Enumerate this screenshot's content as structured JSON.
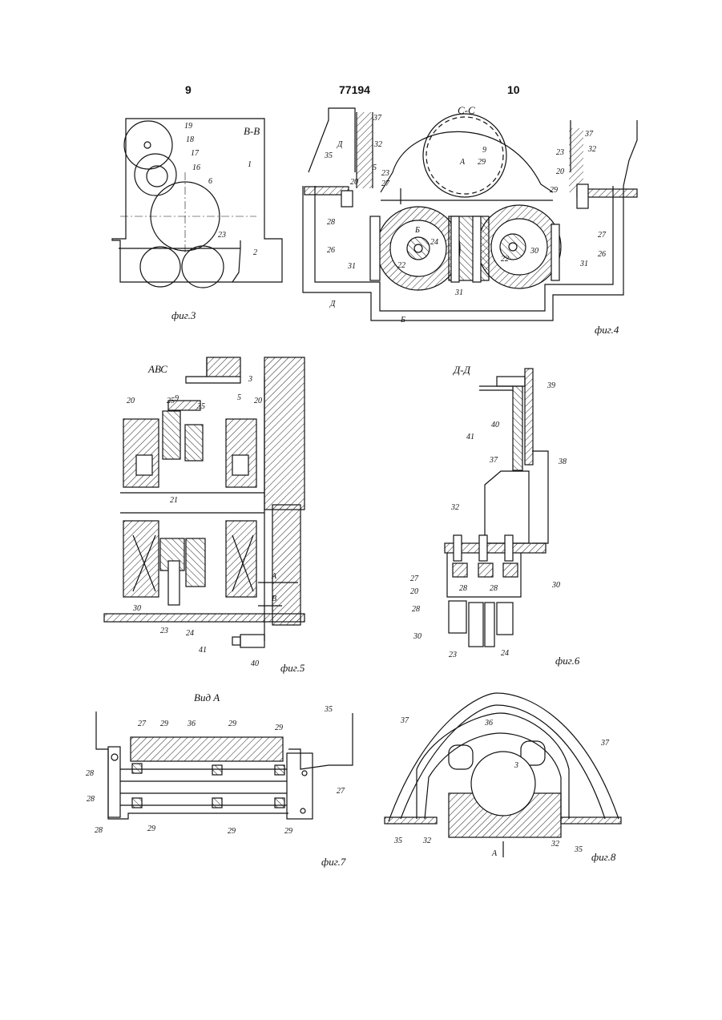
{
  "header": {
    "page_left": "9",
    "patent_number": "77194",
    "page_right": "10"
  },
  "fig3": {
    "caption": "фиг.3",
    "section": "В-В",
    "labels": [
      "19",
      "18",
      "17",
      "16",
      "6",
      "1",
      "23",
      "2"
    ]
  },
  "fig4": {
    "caption": "фиг.4",
    "section": "С-С",
    "labels": [
      "37",
      "9",
      "Д",
      "32",
      "35",
      "5",
      "23",
      "27",
      "20",
      "29",
      "А",
      "Б",
      "24",
      "28",
      "26",
      "31",
      "22",
      "30",
      "31",
      "37",
      "32",
      "23",
      "20",
      "29",
      "27",
      "26",
      "31",
      "Д",
      "Б",
      "22"
    ]
  },
  "fig5": {
    "caption": "фиг.5",
    "section": "АВС",
    "labels": [
      "3",
      "9",
      "5",
      "25",
      "35",
      "20",
      "20",
      "21",
      "30",
      "23",
      "24",
      "41",
      "40",
      "А",
      "В"
    ]
  },
  "fig6": {
    "caption": "фиг.6",
    "section": "Д-Д",
    "labels": [
      "39",
      "40",
      "41",
      "37",
      "38",
      "32",
      "27",
      "20",
      "28",
      "28",
      "28",
      "30",
      "30",
      "23",
      "24"
    ]
  },
  "fig7": {
    "caption": "фиг.7",
    "section": "Вид А",
    "labels": [
      "35",
      "27",
      "29",
      "36",
      "29",
      "29",
      "28",
      "28",
      "28",
      "27",
      "29",
      "29",
      "29"
    ]
  },
  "fig8": {
    "caption": "фиг.8",
    "labels": [
      "37",
      "36",
      "37",
      "3",
      "35",
      "32",
      "32",
      "35",
      "А"
    ]
  }
}
